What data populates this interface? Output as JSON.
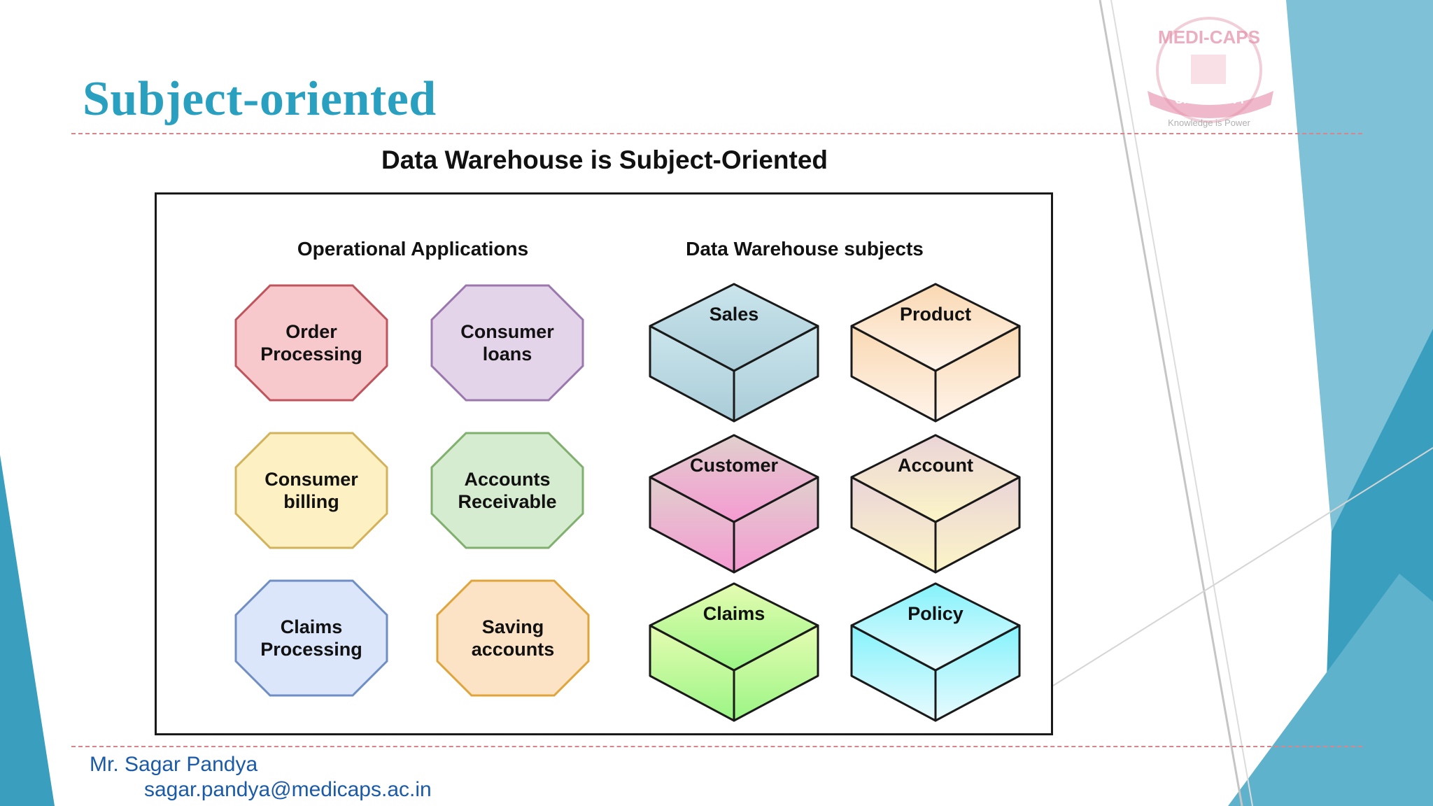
{
  "slide": {
    "title": "Subject-oriented",
    "accent_color": "#29a0c0",
    "decor_color": "#3a9fbe"
  },
  "logo": {
    "name": "MEDI-CAPS",
    "badge": "UNIVERSITY",
    "tagline": "Knowledge is Power"
  },
  "diagram": {
    "title": "Data Warehouse is Subject-Oriented",
    "operational": {
      "heading": "Operational Applications",
      "items": [
        {
          "line1": "Order",
          "line2": "Processing",
          "fill": "#f7c9cc",
          "stroke": "#c0545c"
        },
        {
          "line1": "Consumer",
          "line2": "loans",
          "fill": "#e3d4ea",
          "stroke": "#9a78ad"
        },
        {
          "line1": "Consumer",
          "line2": "billing",
          "fill": "#fdf0c2",
          "stroke": "#d2b35c"
        },
        {
          "line1": "Accounts",
          "line2": "Receivable",
          "fill": "#d6ecd0",
          "stroke": "#7fb06e"
        },
        {
          "line1": "Claims",
          "line2": "Processing",
          "fill": "#dbe6fb",
          "stroke": "#6f8ec4"
        },
        {
          "line1": "Saving",
          "line2": "accounts",
          "fill": "#fde3c6",
          "stroke": "#e0a43a"
        }
      ]
    },
    "warehouse": {
      "heading": "Data Warehouse subjects",
      "items": [
        {
          "label": "Sales",
          "top": "#cbe5ec",
          "bottom": "#a9ccd8"
        },
        {
          "label": "Product",
          "top": "#f9d8b2",
          "bottom": "#fff4ea"
        },
        {
          "label": "Customer",
          "top": "#e0d0cd",
          "bottom": "#f59ad2"
        },
        {
          "label": "Account",
          "top": "#ead4d8",
          "bottom": "#fcf5c6"
        },
        {
          "label": "Claims",
          "top": "#e6fcb2",
          "bottom": "#9af585"
        },
        {
          "label": "Policy",
          "top": "#84f2fb",
          "bottom": "#e9fbfe"
        }
      ]
    }
  },
  "footer": {
    "author": "Mr. Sagar Pandya",
    "email": "sagar.pandya@medicaps.ac.in"
  }
}
